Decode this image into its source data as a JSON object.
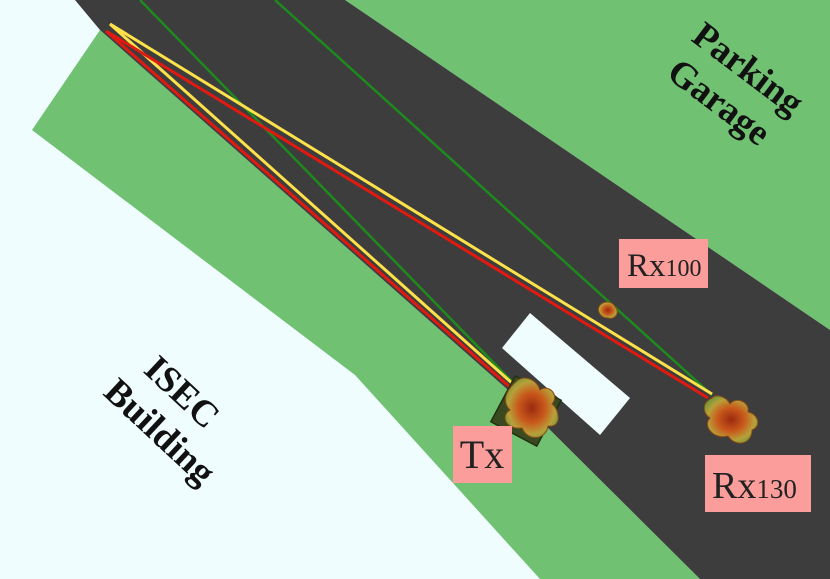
{
  "labels": {
    "parking_line1": "Parking",
    "parking_line2": "Garage",
    "isec_line1": "ISEC",
    "isec_line2": "Building",
    "tx": "Tx",
    "rx100_main": "Rx",
    "rx100_sub": "100",
    "rx130_main": "Rx",
    "rx130_sub": "130"
  },
  "colors": {
    "background": "#f0fdfe",
    "grass": "#70c172",
    "road": "#3d3d3d",
    "island": "#f0fdfe",
    "label_bg": "#fb9d9a",
    "ray_yellow": "#ffe24a",
    "ray_red": "#e01a10",
    "ray_green": "#1e8a1e"
  }
}
